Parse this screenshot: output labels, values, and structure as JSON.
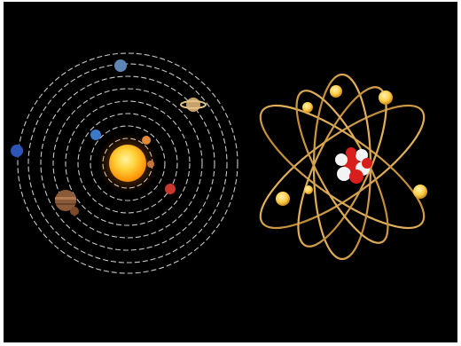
{
  "image": {
    "subject_left": "solar-system",
    "subject_right": "atom",
    "colors": {
      "background": "#000000",
      "frame": "#ffffff",
      "orbit_line": "#c9c9c9",
      "sun_core": "#ffd23a",
      "sun_edge": "#ff8a00",
      "atom_orbit": "#d7a24a",
      "electron": "#ffd25a",
      "proton": "#d91e1e",
      "neutron": "#f3f3f3"
    },
    "orbit_count": 8,
    "planet_count": 9,
    "electron_count": 6
  }
}
